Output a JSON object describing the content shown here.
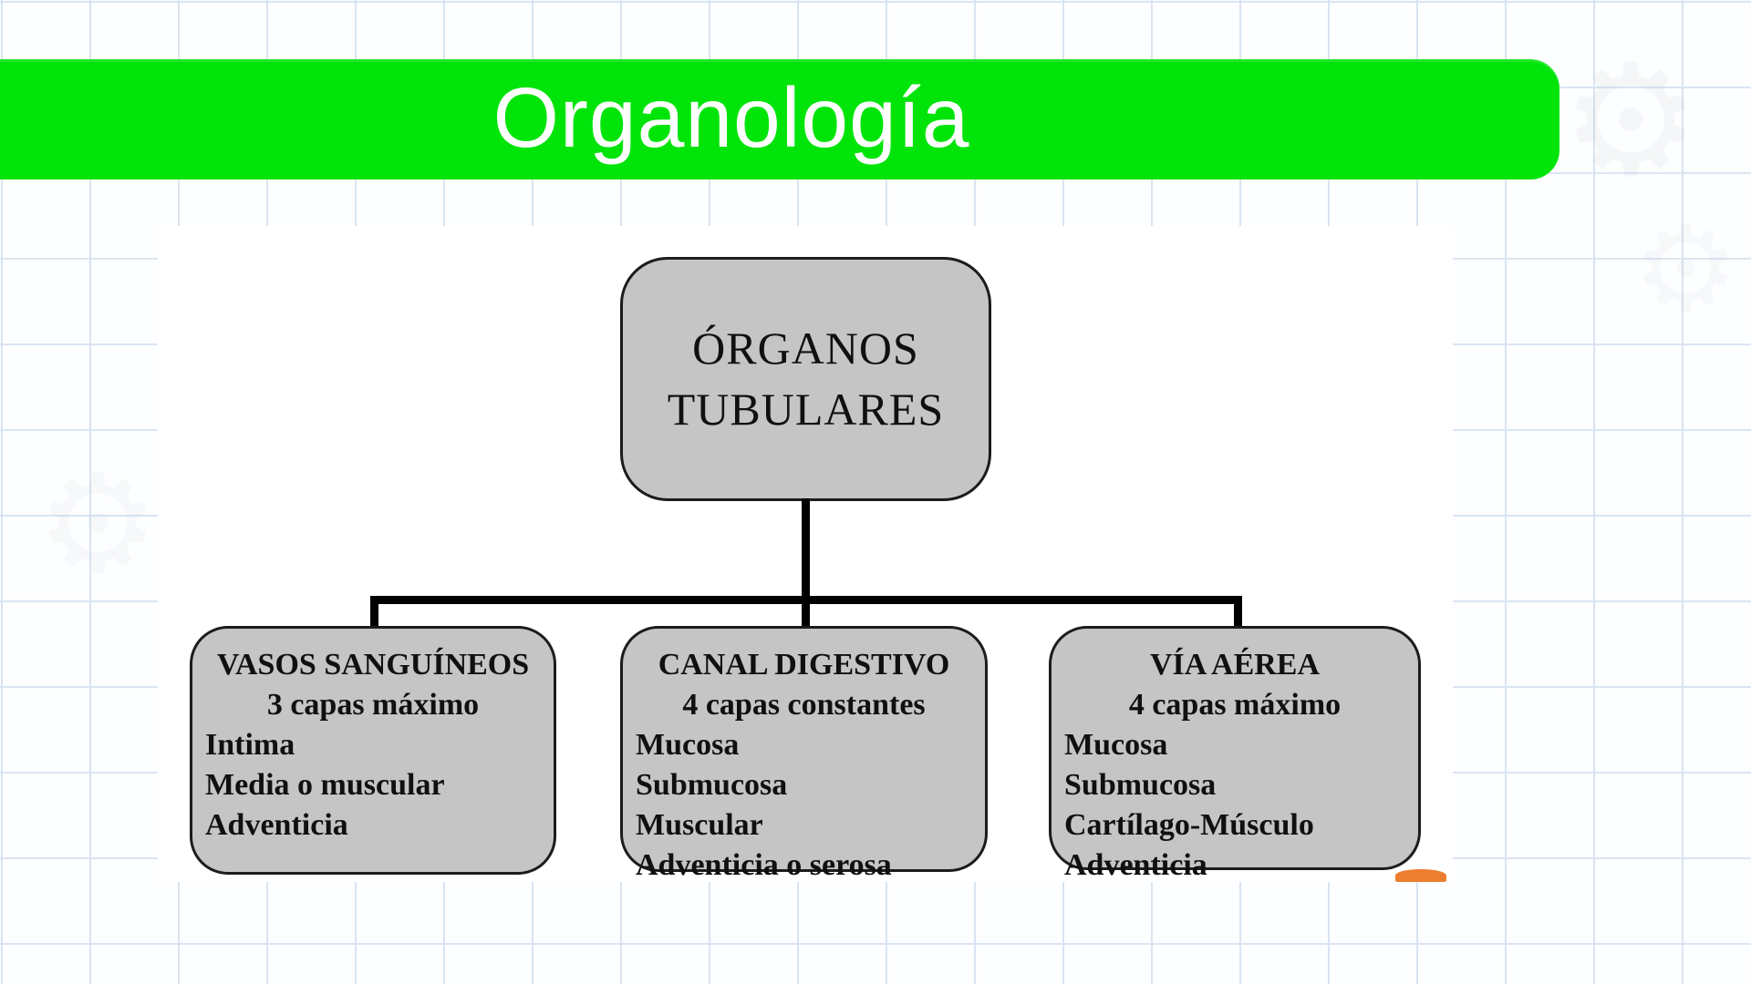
{
  "banner": {
    "title": "Organología",
    "background_color": "#00e40a",
    "text_color": "#ffffff"
  },
  "diagram": {
    "root": {
      "lines": [
        "ÓRGANOS",
        "TUBULARES"
      ]
    },
    "children": [
      {
        "title": "VASOS SANGUÍNEOS",
        "subtitle": "3 capas máximo",
        "items": [
          "Intima",
          "Media o muscular",
          "Adventicia"
        ]
      },
      {
        "title": "CANAL DIGESTIVO",
        "subtitle": "4 capas constantes",
        "items": [
          "Mucosa",
          "Submucosa",
          "Muscular",
          "Adventicia o serosa"
        ]
      },
      {
        "title": "VÍA AÉREA",
        "subtitle": "4 capas máximo",
        "items": [
          "Mucosa",
          "Submucosa",
          "Cartílago-Músculo",
          "Adventicia"
        ]
      }
    ],
    "colors": {
      "box_fill": "#c5c5c5",
      "box_border": "#1c1c1c",
      "connector": "#000000",
      "accent_orange": "#ed7d31",
      "grid_line": "#d9e4f2"
    }
  }
}
